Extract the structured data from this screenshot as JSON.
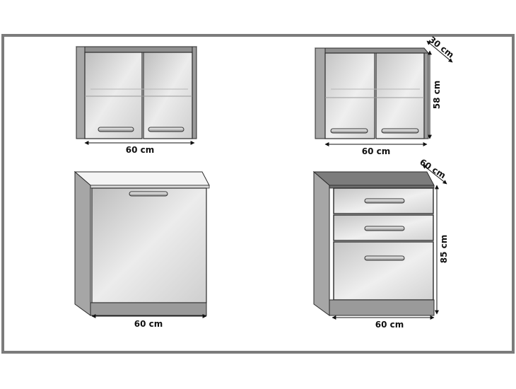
{
  "colors": {
    "frame": "#7b7b7b",
    "body": "#b0b0b0",
    "body_dark": "#8c8c8c",
    "front": "#d9d9d9",
    "front_light": "#ececec",
    "plinth": "#9a9a9a",
    "worktop": "#f4f4f4",
    "outline": "#2a2a2a"
  },
  "cabinets": {
    "wall_left": {
      "width_label": "60 cm"
    },
    "wall_right": {
      "width_label": "60 cm",
      "height_label": "58 cm",
      "depth_label": "30 cm"
    },
    "base_left": {
      "width_label": "60 cm"
    },
    "base_right": {
      "width_label": "60 cm",
      "height_label": "85 cm",
      "depth_label": "60 cm"
    }
  }
}
